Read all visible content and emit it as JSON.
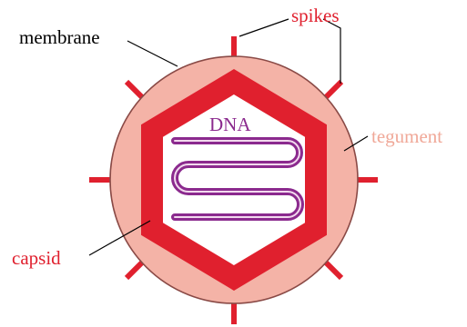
{
  "labels": {
    "membrane": "membrane",
    "spikes": "spikes",
    "tegument": "tegument",
    "capsid": "capsid",
    "dna": "DNA"
  },
  "colors": {
    "membrane_fill": "#f4b3a7",
    "membrane_stroke": "#8a4a46",
    "capsid": "#e0202e",
    "spike": "#e0202e",
    "dna": "#8b2a8e",
    "dna_inner": "#f2d9ee",
    "leader": "#000000",
    "label_red": "#e0202e",
    "label_black": "#000000",
    "label_tegument": "#f0a898"
  }
}
